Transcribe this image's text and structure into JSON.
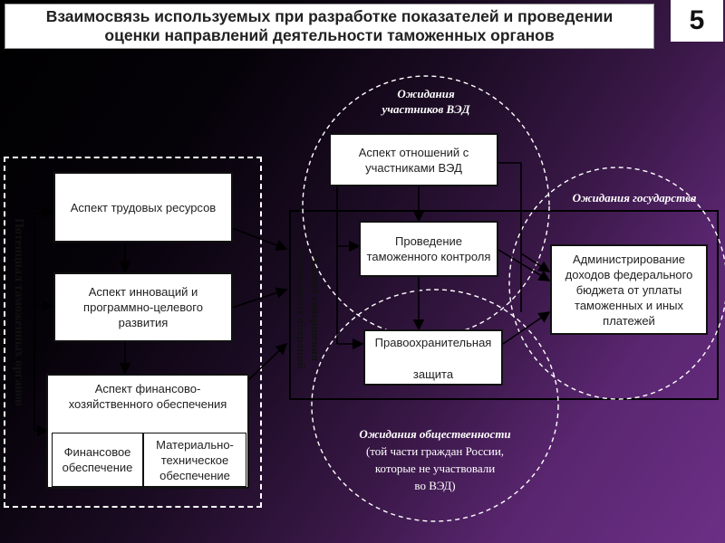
{
  "title": {
    "line1": "Взаимосвязь используемых при разработке показателей и проведении",
    "line2": "оценки направлений деятельности таможенных органов"
  },
  "slide_number": "5",
  "left_group_label": "Потенциал таможенных органов",
  "middle_group_label": "Аспект совершения таможенных операций",
  "boxes": {
    "labor": "Аспект трудовых ресурсов",
    "innovation": "Аспект инноваций и программно-целевого развития",
    "finance_economic": "Аспект финансово-хозяйственного обеспечения",
    "financial_support": "Финансовое обеспечение",
    "material_support": "Материально-техническое обеспечение",
    "relations": "Аспект отношений с участниками ВЭД",
    "customs_control": "Проведение таможенного контроля",
    "law_enforcement_1": "Правоохранительная",
    "law_enforcement_2": "защита",
    "administration": "Администрирование доходов федерального бюджета от уплаты таможенных и иных платежей"
  },
  "expectations": {
    "participants_1": "Ожидания",
    "participants_2": "участников ВЭД",
    "state": "Ожидания государства",
    "public_title": "Ожидания общественности",
    "public_note_1": "(той части граждан России,",
    "public_note_2": "которые не участвовали",
    "public_note_3": "во ВЭД)"
  },
  "colors": {
    "background_dark": "#000000",
    "background_purple": "#6c2f86",
    "box_fill": "#ffffff",
    "line": "#000000",
    "dashed_white": "#ffffff"
  }
}
